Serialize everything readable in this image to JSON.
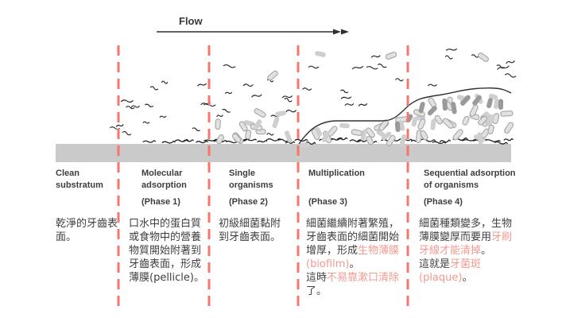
{
  "flow_label": "Flow",
  "colors": {
    "divider_red": "#f4766c",
    "highlight_red": "#f29a92",
    "text_ink": "#3d3d3d",
    "substrate_gray": "#cacaca"
  },
  "phases": [
    {
      "title": "Clean substratum",
      "phase": "",
      "desc": [
        {
          "t": "乾淨的牙齒表面。",
          "red": false
        }
      ]
    },
    {
      "title": "Molecular adsorption",
      "phase": "(Phase 1)",
      "desc": [
        {
          "t": "口水中的蛋白質或食物中的營養物質開始附著到牙齒表面，形成薄膜(pellicle)。",
          "red": false
        }
      ]
    },
    {
      "title": "Single organisms",
      "phase": "(Phase 2)",
      "desc": [
        {
          "t": "初級細菌黏附到牙齒表面。",
          "red": false
        }
      ]
    },
    {
      "title": "Multiplication",
      "phase": "(Phase 3)",
      "desc": [
        {
          "t": "細菌繼續附著繁殖，牙齒表面的細菌開始增厚，形成",
          "red": false
        },
        {
          "t": "生物薄膜(biofilm)",
          "red": true
        },
        {
          "t": "。\n這時",
          "red": false
        },
        {
          "t": "不易靠漱口清除",
          "red": true
        },
        {
          "t": "了。",
          "red": false
        }
      ]
    },
    {
      "title": "Sequential adsorption of organisms",
      "phase": "(Phase 4)",
      "desc": [
        {
          "t": "細菌種類變多，生物薄膜變厚而要用",
          "red": false
        },
        {
          "t": "牙刷牙線才能清掉",
          "red": true
        },
        {
          "t": "。\n這就是",
          "red": false
        },
        {
          "t": "牙菌斑(plaque)",
          "red": true
        },
        {
          "t": "。",
          "red": false
        }
      ]
    }
  ]
}
